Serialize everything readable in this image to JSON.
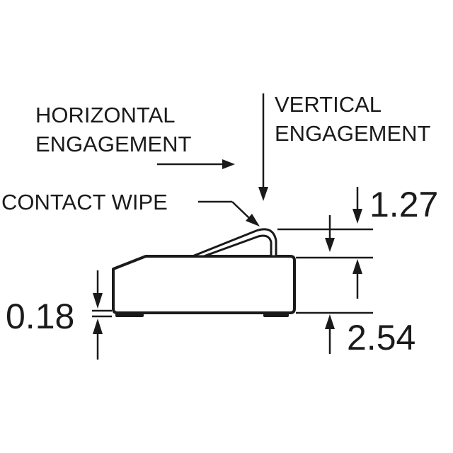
{
  "labels": {
    "horizontal_engagement": [
      "HORIZONTAL",
      "ENGAGEMENT"
    ],
    "vertical_engagement": [
      "VERTICAL",
      "ENGAGEMENT"
    ],
    "contact_wipe": "CONTACT WIPE"
  },
  "dimensions": {
    "contact_height": "1.27",
    "body_height": "2.54",
    "standoff": "0.18"
  },
  "colors": {
    "ink": "#1a1a1a",
    "background": "#ffffff"
  }
}
